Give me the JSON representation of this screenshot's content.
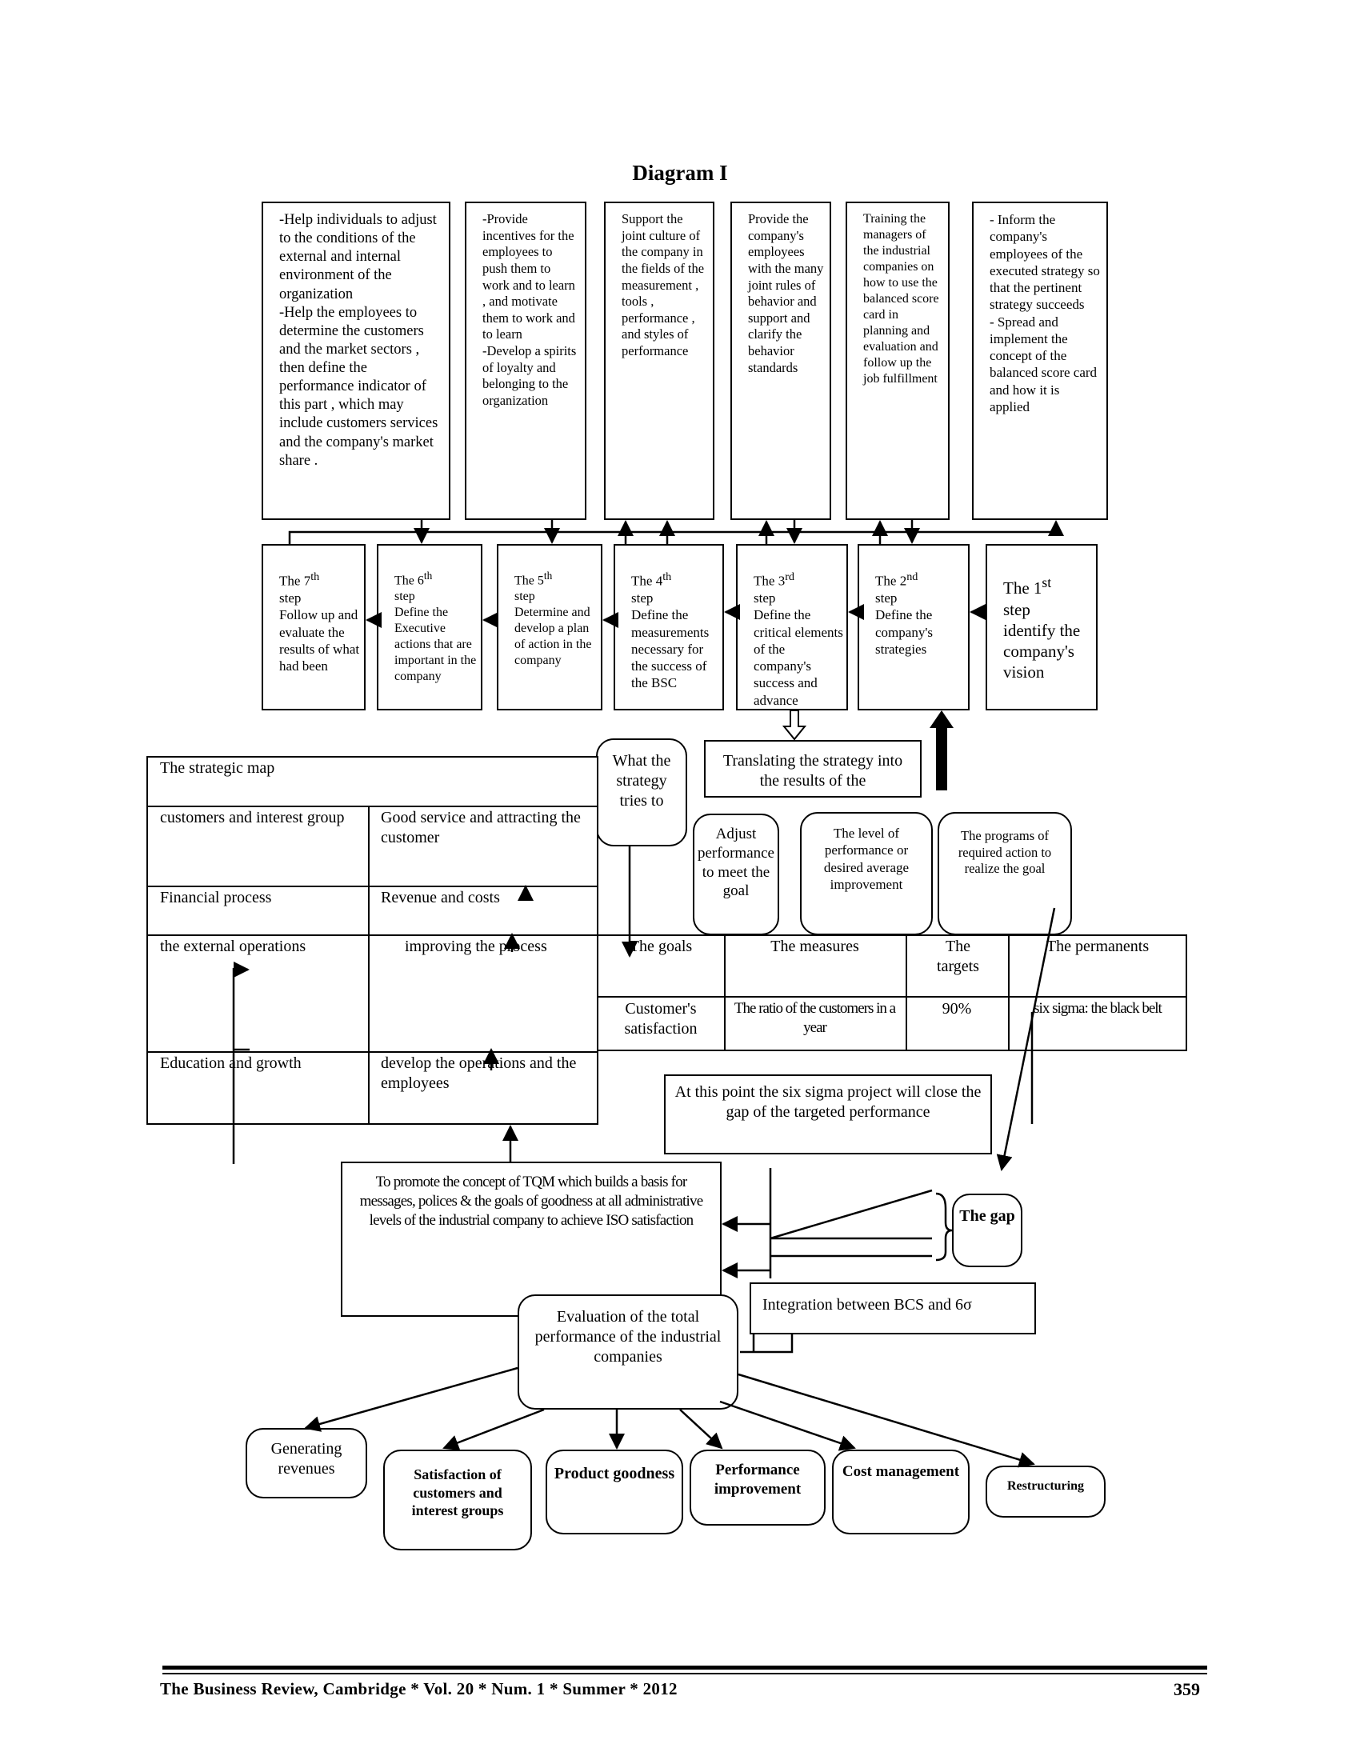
{
  "title": "Diagram I",
  "top_boxes": [
    "-Help individuals to adjust to the conditions of the external and internal environment  of the organization\n-Help the employees to determine the customers  and the market sectors , then define the performance indicator  of this part , which may include customers services and the company's market share .",
    "-Provide incentives for the employees to push them to work and to learn , and motivate them to work and to learn\n-Develop  a spirits of loyalty and belonging to the organization",
    "Support the joint culture of the company in the fields of the measurement , tools , performance , and styles of performance",
    "Provide the company's employees with the many joint rules of behavior and support and clarify the behavior standards",
    "Training the managers of the industrial companies on how to use the balanced score card in planning and evaluation and follow up the job fulfillment",
    "- Inform the company's employees of the executed strategy so that the pertinent strategy succeeds\n- Spread and implement the concept of the balanced score card and how it is applied"
  ],
  "steps": [
    {
      "ord": "7",
      "sup": "th",
      "pre": "The ",
      "rest": "step\nFollow up and evaluate the results of what had been"
    },
    {
      "ord": "6",
      "sup": "th",
      "pre": "The ",
      "rest": "step\nDefine the Executive actions that are important in the company"
    },
    {
      "ord": "5",
      "sup": "th",
      "pre": "The ",
      "rest": "step\nDetermine and develop a plan of action in the company"
    },
    {
      "ord": "4",
      "sup": "th",
      "pre": "The ",
      "rest": "step\nDefine the measurements necessary for the success of the BSC"
    },
    {
      "ord": "3",
      "sup": "rd",
      "pre": "The ",
      "rest": "step\nDefine the critical elements of the company's success and advance"
    },
    {
      "ord": "2",
      "sup": "nd",
      "pre": "The ",
      "rest": "step\nDefine the company's strategies"
    },
    {
      "ord": "1",
      "sup": "st",
      "pre": "The ",
      "rest": "step\nidentify the company's vision"
    }
  ],
  "translating": "Translating the strategy into the results of the",
  "what_strategy": "What the strategy tries to",
  "adjust": "Adjust performance to meet the goal",
  "level": "The level of performance or desired average improvement",
  "programs": "The programs of required action to realize the goal",
  "strategic_map": {
    "header": "The strategic map",
    "rows": [
      [
        "customers  and interest group",
        "Good service and attracting the customer"
      ],
      [
        "Financial process",
        "Revenue and costs"
      ],
      [
        "the external operations",
        "improving the process"
      ],
      [
        "Education and growth",
        "develop the operations and the employees"
      ]
    ]
  },
  "goals_table": {
    "headers": [
      "The goals",
      "The measures",
      "The targets",
      "The permanents"
    ],
    "row": [
      "Customer's satisfaction",
      "The ratio of the customers in a year",
      "90%",
      "six sigma: the black belt"
    ]
  },
  "six_sigma": "At this point the six sigma project will close the gap of the targeted performance",
  "tqm": "To promote the concept of TQM which builds a basis for messages, polices & the goals of goodness at all administrative levels of the industrial company to achieve ISO satisfaction",
  "gap": "The gap",
  "integration": "Integration between BCS and 6σ",
  "evaluation": "Evaluation of the total performance of the industrial companies",
  "outcomes": [
    "Generating revenues",
    "Satisfaction of customers and interest groups",
    "Product goodness",
    "Performance improvement",
    "Cost management",
    "Restructuring"
  ],
  "footer": {
    "journal": "The Business Review, Cambridge * Vol. 20 * Num. 1 * Summer * 2012",
    "page": "359"
  }
}
